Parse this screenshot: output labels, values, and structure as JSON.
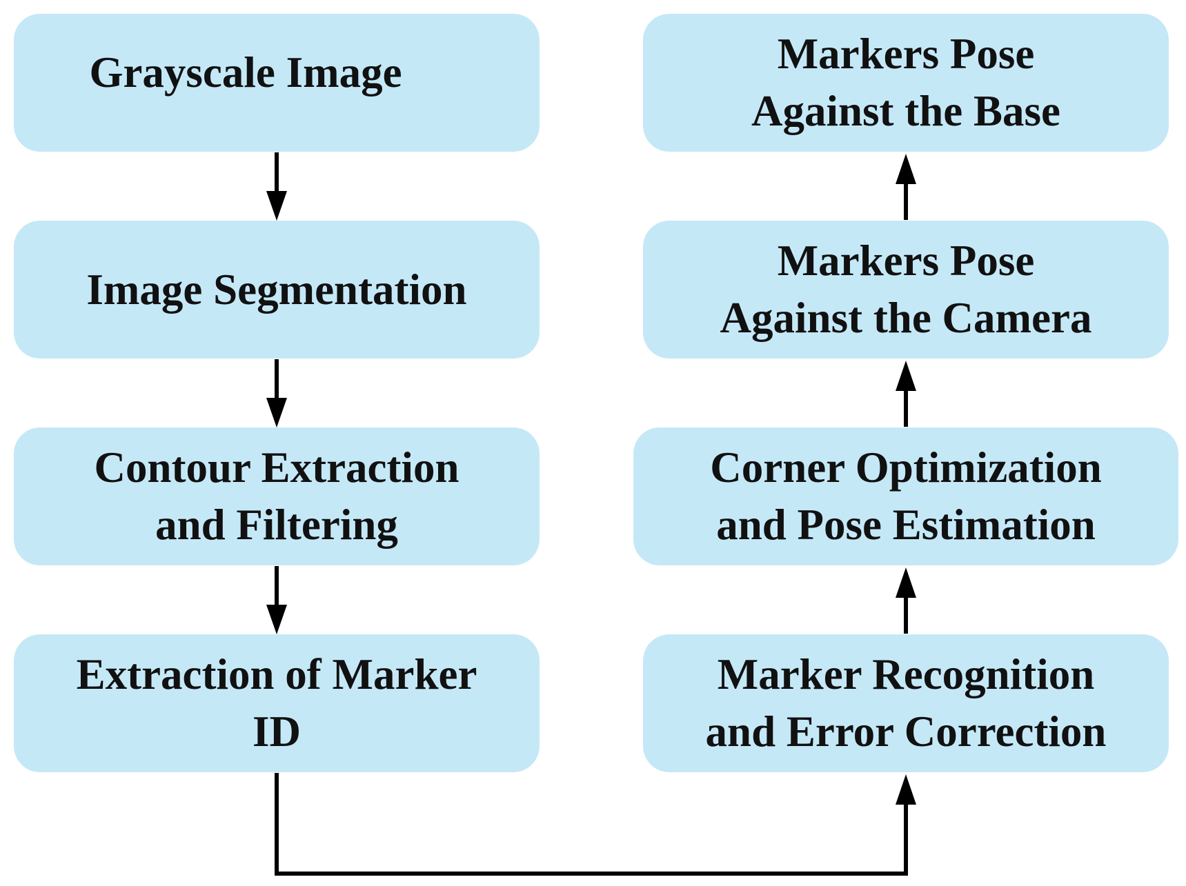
{
  "left_column": [
    {
      "lines": [
        "Grayscale Image"
      ]
    },
    {
      "lines": [
        "Image Segmentation"
      ]
    },
    {
      "lines": [
        "Contour Extraction",
        "and Filtering"
      ]
    },
    {
      "lines": [
        "Extraction of Marker",
        "ID"
      ]
    }
  ],
  "right_column": [
    {
      "lines": [
        "Markers Pose",
        "Against the Base"
      ]
    },
    {
      "lines": [
        "Markers Pose",
        "Against the Camera"
      ]
    },
    {
      "lines": [
        "Corner Optimization",
        "and Pose Estimation"
      ]
    },
    {
      "lines": [
        "Marker Recognition",
        "and Error Correction"
      ]
    }
  ],
  "colors": {
    "box_fill": "#c5e8f7",
    "text": "#111111",
    "arrow": "#000000"
  }
}
